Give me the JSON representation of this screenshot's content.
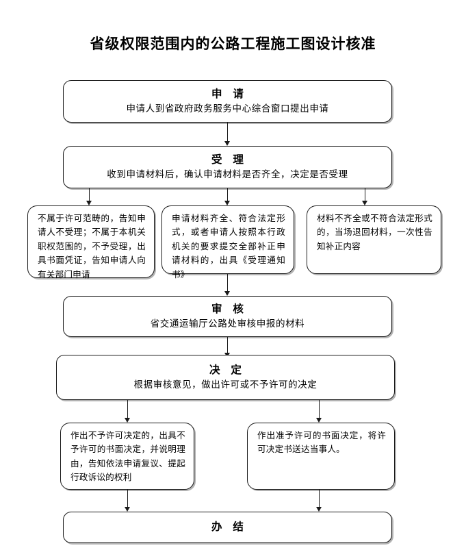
{
  "title": "省级权限范围内的公路工程施工图设计核准",
  "nodes": {
    "apply": {
      "head": "申 请",
      "body": "申请人到省政府政务服务中心综合窗口提出申请"
    },
    "accept": {
      "head": "受 理",
      "body": "收到申请材料后，确认申请材料是否齐全，决定是否受理"
    },
    "branch_left": {
      "body": "不属于许可范畴的，告知申请人不受理；不属于本机关职权范围的，不予受理，出具书面凭证，告知申请人向有关部门申请"
    },
    "branch_middle": {
      "body": "申请材料齐全、符合法定形式，或者申请人按照本行政机关的要求提交全部补正申请材料的，出具《受理通知书》"
    },
    "branch_right": {
      "body": "材料不齐全或不符合法定形式的，当场退回材料，一次性告知补正内容"
    },
    "review": {
      "head": "审 核",
      "body": "省交通运输厅公路处审核申报的材料"
    },
    "decide": {
      "head": "决 定",
      "body": "根据审核意见，做出许可或不予许可的决定"
    },
    "deny": {
      "body": "作出不予许可决定的，出具不予许可的书面决定，并说明理由，告知依法申请复议、提起行政诉讼的权利"
    },
    "approve": {
      "body": "作出准予许可的书面决定，将许可决定书送达当事人。"
    },
    "finish": {
      "head": "办 结"
    }
  },
  "colors": {
    "line": "#1a1a1a",
    "background": "#ffffff",
    "text": "#000000"
  },
  "connectors": [
    {
      "name": "apply-to-accept"
    },
    {
      "name": "accept-to-branch-left"
    },
    {
      "name": "accept-to-branch-middle"
    },
    {
      "name": "accept-to-branch-right"
    },
    {
      "name": "branch-middle-to-review"
    },
    {
      "name": "review-to-decide"
    },
    {
      "name": "decide-to-deny"
    },
    {
      "name": "decide-to-approve"
    },
    {
      "name": "deny-to-finish"
    },
    {
      "name": "approve-to-finish"
    }
  ]
}
